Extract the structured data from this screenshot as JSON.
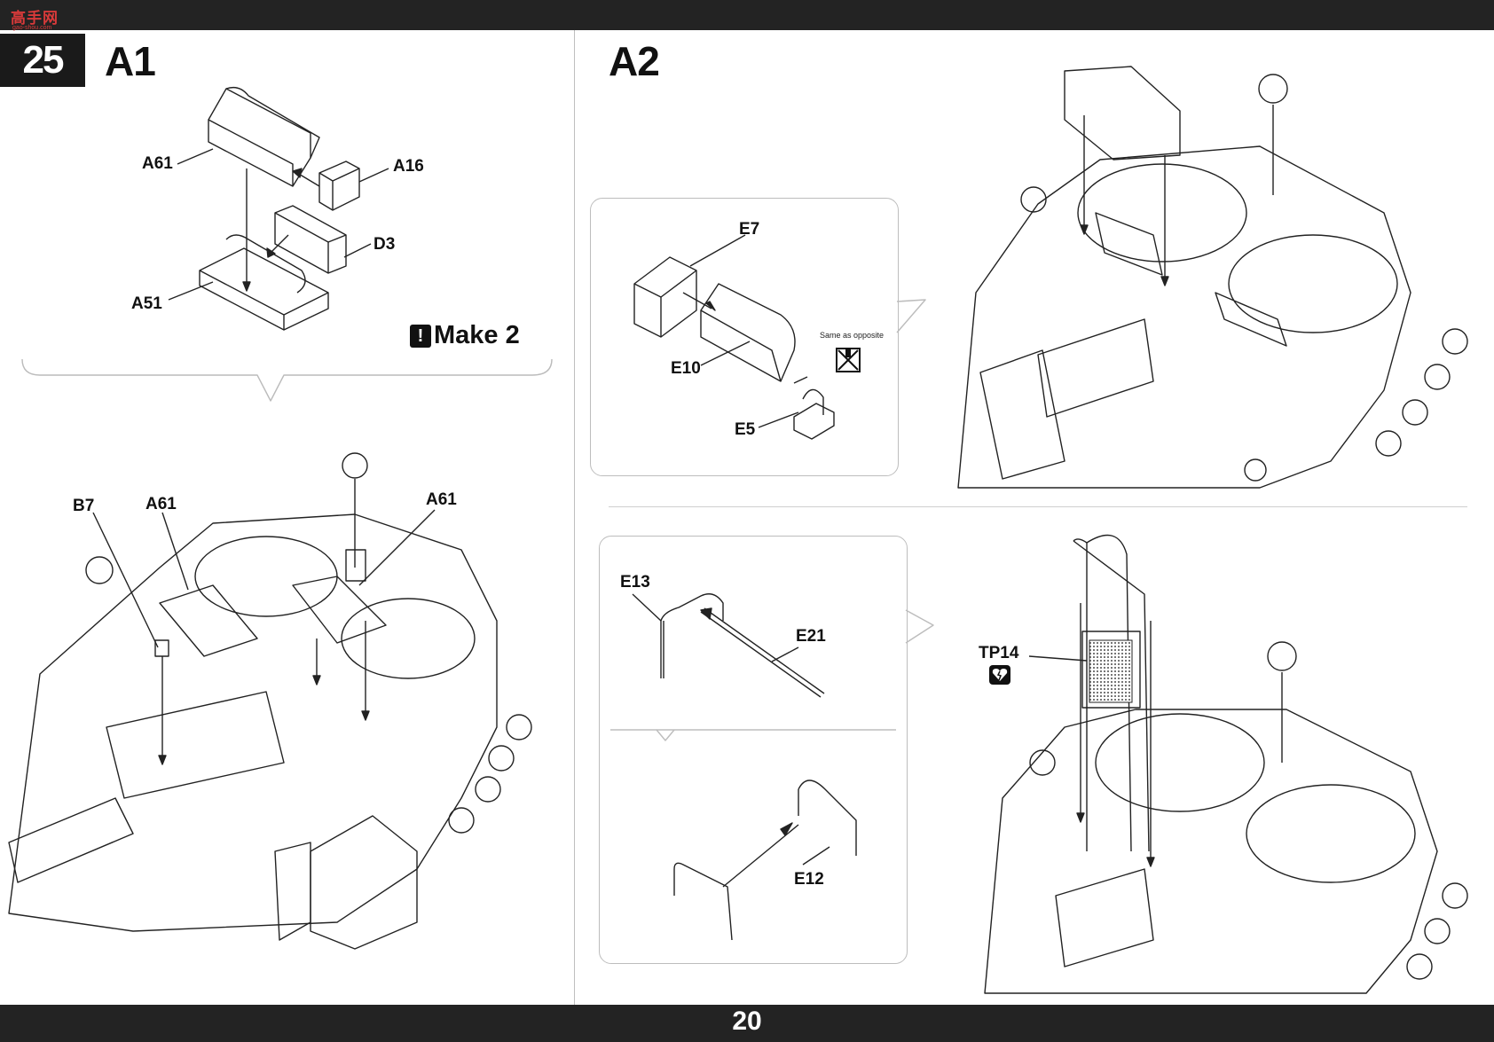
{
  "watermark": {
    "text": "高手网",
    "sub": "gao-shou.com"
  },
  "step": "25",
  "sections": {
    "a1": "A1",
    "a2": "A2"
  },
  "page_number": "20",
  "make_note": {
    "text": "Make 2"
  },
  "labels": {
    "a61_top": "A61",
    "a16": "A16",
    "d3": "D3",
    "a51": "A51",
    "b7": "B7",
    "a61_left": "A61",
    "a61_right": "A61",
    "e7": "E7",
    "e10": "E10",
    "e5": "E5",
    "same_as_opposite": "Same as opposite",
    "e13": "E13",
    "e21": "E21",
    "e12": "E12",
    "tp14": "TP14"
  },
  "icons": {
    "warning": "warning-icon",
    "not-glue": "not-glue-icon",
    "tp": "photo-etch-icon"
  }
}
